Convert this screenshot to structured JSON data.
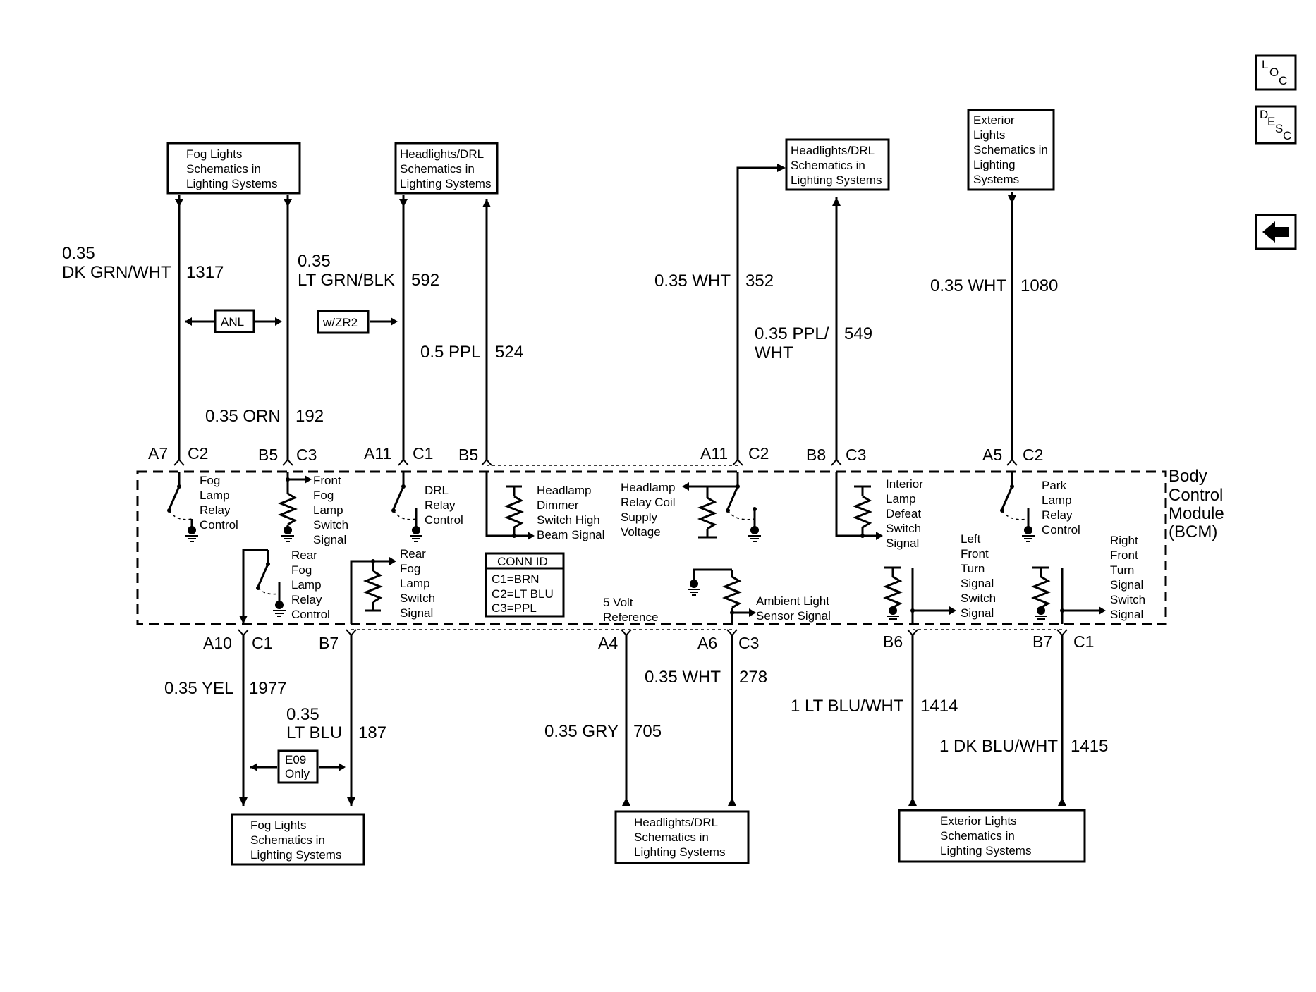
{
  "nav": {
    "loc": [
      "L",
      "O",
      "C"
    ],
    "desc": [
      "D",
      "E",
      "S",
      "C"
    ],
    "back_icon": "left-arrow-icon"
  },
  "module": {
    "label": [
      "Body",
      "Control",
      "Module",
      "(BCM)"
    ]
  },
  "top_refs": {
    "fog_lights": [
      "Fog Lights",
      "Schematics in",
      "Lighting Systems"
    ],
    "headlights_drl_1": [
      "Headlights/DRL",
      "Schematics in",
      "Lighting Systems"
    ],
    "headlights_drl_2": [
      "Headlights/DRL",
      "Schematics in",
      "Lighting Systems"
    ],
    "exterior_lights": [
      "Exterior",
      "Lights",
      "Schematics in",
      "Lighting",
      "Systems"
    ]
  },
  "bottom_refs": {
    "fog_lights": [
      "Fog Lights",
      "Schematics in",
      "Lighting Systems"
    ],
    "headlights_drl": [
      "Headlights/DRL",
      "Schematics in",
      "Lighting Systems"
    ],
    "exterior_lights": [
      "Exterior Lights",
      "Schematics in",
      "Lighting Systems"
    ]
  },
  "options": {
    "anl": "ANL",
    "wzr2": "w/ZR2",
    "e09": [
      "E09",
      "Only"
    ]
  },
  "conn_id": {
    "title": "CONN ID",
    "rows": [
      "C1=BRN",
      "C2=LT BLU",
      "C3=PPL"
    ]
  },
  "wires_top": [
    {
      "size": "0.35",
      "color": "DK GRN/WHT",
      "circuit": "1317",
      "pin": "A7",
      "conn": "C2"
    },
    {
      "size": "0.35 ORN",
      "circuit": "192",
      "pin": "B5",
      "conn": "C3"
    },
    {
      "size": "0.35",
      "color": "LT GRN/BLK",
      "circuit": "592",
      "pin": "A11",
      "conn": "C1"
    },
    {
      "size": "0.5 PPL",
      "circuit": "524",
      "pin": "B5"
    },
    {
      "size": "0.35 WHT",
      "circuit": "352",
      "pin": "A11",
      "conn": "C2"
    },
    {
      "size": "0.35 PPL/",
      "color": "WHT",
      "circuit": "549",
      "pin": "B8",
      "conn": "C3"
    },
    {
      "size": "0.35 WHT",
      "circuit": "1080",
      "pin": "A5",
      "conn": "C2"
    }
  ],
  "wires_bottom": [
    {
      "size": "0.35 YEL",
      "circuit": "1977",
      "pin": "A10",
      "conn": "C1"
    },
    {
      "size": "0.35",
      "color": "LT BLU",
      "circuit": "187",
      "pin": "B7"
    },
    {
      "size": "0.35 GRY",
      "circuit": "705",
      "pin": "A4"
    },
    {
      "size": "0.35 WHT",
      "circuit": "278",
      "pin": "A6",
      "conn": "C3"
    },
    {
      "size": "1 LT BLU/WHT",
      "circuit": "1414",
      "pin": "B6"
    },
    {
      "size": "1 DK BLU/WHT",
      "circuit": "1415",
      "pin": "B7",
      "conn": "C1"
    }
  ],
  "internals": {
    "fog_lamp_relay": [
      "Fog",
      "Lamp",
      "Relay",
      "Control"
    ],
    "front_fog_switch": [
      "Front",
      "Fog",
      "Lamp",
      "Switch",
      "Signal"
    ],
    "drl_relay": [
      "DRL",
      "Relay",
      "Control"
    ],
    "headlamp_dimmer": [
      "Headlamp",
      "Dimmer",
      "Switch High",
      "Beam Signal"
    ],
    "headlamp_relay_coil": [
      "Headlamp",
      "Relay Coil",
      "Supply",
      "Voltage"
    ],
    "interior_lamp_defeat": [
      "Interior",
      "Lamp",
      "Defeat",
      "Switch",
      "Signal"
    ],
    "park_lamp_relay": [
      "Park",
      "Lamp",
      "Relay",
      "Control"
    ],
    "rear_fog_relay": [
      "Rear",
      "Fog",
      "Lamp",
      "Relay",
      "Control"
    ],
    "rear_fog_switch": [
      "Rear",
      "Fog",
      "Lamp",
      "Switch",
      "Signal"
    ],
    "five_volt_ref": [
      "5 Volt",
      "Reference"
    ],
    "ambient_light": [
      "Ambient Light",
      "Sensor Signal"
    ],
    "left_front_turn": [
      "Left",
      "Front",
      "Turn",
      "Signal",
      "Switch",
      "Signal"
    ],
    "right_front_turn": [
      "Right",
      "Front",
      "Turn",
      "Signal",
      "Switch",
      "Signal"
    ]
  }
}
